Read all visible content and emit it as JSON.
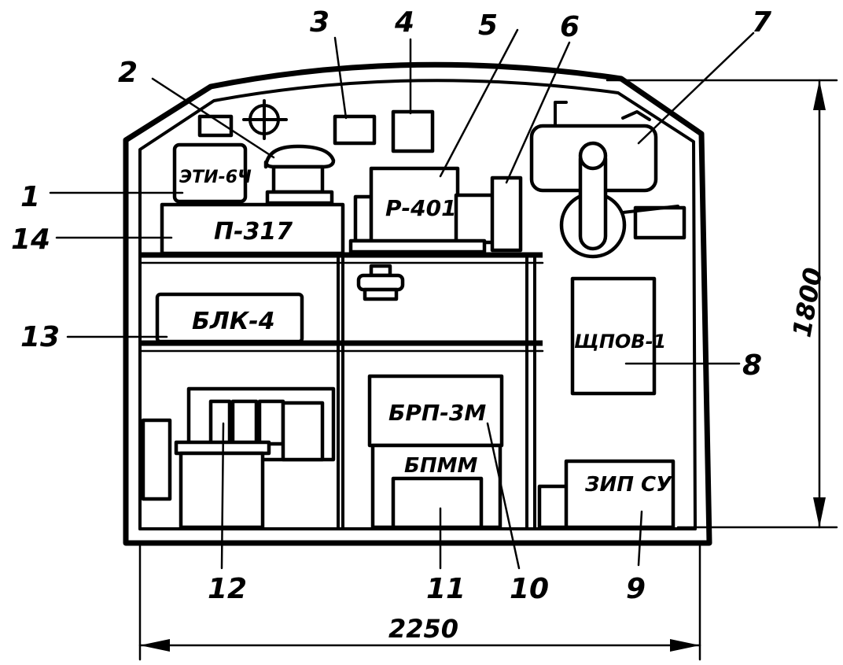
{
  "units": {
    "eti": "ЭТИ-6Ч",
    "p317": "П-317",
    "r401": "Р-401",
    "blk4": "БЛК-4",
    "shchpov": "ЩПОВ-1",
    "brp": "БРП-3М",
    "bpmm": "БПММ",
    "zip": "ЗИП СУ"
  },
  "callouts": {
    "c1": "1",
    "c2": "2",
    "c3": "3",
    "c4": "4",
    "c5": "5",
    "c6": "6",
    "c7": "7",
    "c8": "8",
    "c9": "9",
    "c10": "10",
    "c11": "11",
    "c12": "12",
    "c13": "13",
    "c14": "14"
  },
  "dimensions": {
    "width": "2250",
    "height": "1800"
  }
}
